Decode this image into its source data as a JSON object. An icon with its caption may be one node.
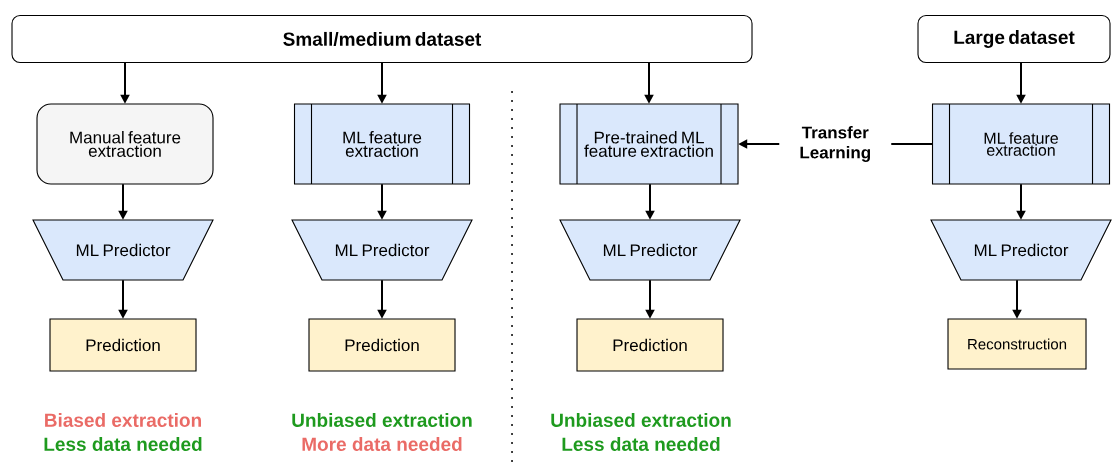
{
  "diagram": {
    "nodes": [
      {
        "text": [
          "Small/medium dataset"
        ]
      },
      {
        "text": [
          "Large dataset"
        ]
      },
      {
        "text": [
          "Manual feature extraction"
        ]
      },
      {
        "text": [
          "ML feature extraction"
        ]
      },
      {
        "text": [
          "Pre-trained ML feature extraction"
        ]
      },
      {
        "text": [
          "ML feature extraction"
        ]
      },
      {
        "text": [
          "ML Predictor"
        ]
      },
      {
        "text": [
          "ML Predictor"
        ]
      },
      {
        "text": [
          "ML Predictor"
        ]
      },
      {
        "text": [
          "ML Predictor"
        ]
      },
      {
        "text": [
          "Prediction"
        ]
      },
      {
        "text": [
          "Prediction"
        ]
      },
      {
        "text": [
          "Prediction"
        ]
      },
      {
        "text": [
          "Reconstruction"
        ]
      }
    ],
    "edges": [
      {
        "from": 0,
        "to": 2,
        "arrow": "to"
      },
      {
        "from": 0,
        "to": 3,
        "arrow": "to"
      },
      {
        "from": 0,
        "to": 4,
        "arrow": "to"
      },
      {
        "from": 1,
        "to": 5,
        "arrow": "to"
      },
      {
        "from": 5,
        "to": 4,
        "arrow": "to",
        "label": "Transfer Learning"
      },
      {
        "from": 2,
        "to": 6,
        "arrow": "to"
      },
      {
        "from": 3,
        "to": 7,
        "arrow": "to"
      },
      {
        "from": 4,
        "to": 8,
        "arrow": "to"
      },
      {
        "from": 5,
        "to": 9,
        "arrow": "to"
      },
      {
        "from": 6,
        "to": 10,
        "arrow": "to"
      },
      {
        "from": 7,
        "to": 11,
        "arrow": "to"
      },
      {
        "from": 8,
        "to": 12,
        "arrow": "to"
      },
      {
        "from": 9,
        "to": 13,
        "arrow": "to"
      }
    ],
    "labels": [
      "Biased extraction",
      "Less data needed",
      "Unbiased extraction",
      "More data needed",
      "Unbiased extraction",
      "Less data needed"
    ]
  }
}
